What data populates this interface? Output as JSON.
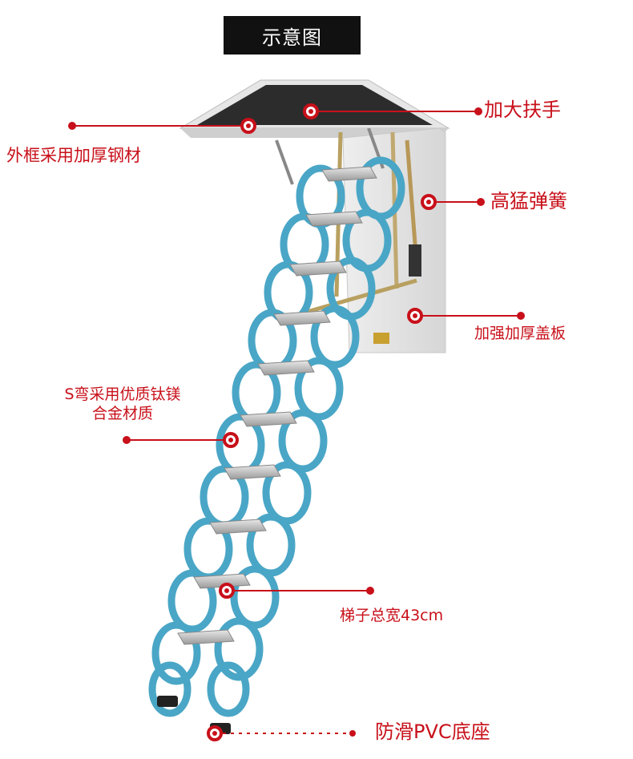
{
  "title": "示意图",
  "labels": {
    "handrail": "加大扶手",
    "frame": "外框采用加厚钢材",
    "spring": "高猛弹簧",
    "cover": "加强加厚盖板",
    "s_bend_line1": "S弯采用优质钛镁",
    "s_bend_line2": "合金材质",
    "width": "梯子总宽43cm",
    "base": "防滑PVC底座"
  },
  "colors": {
    "accent": "#c8101a",
    "ladder_blue": "#4aa6c6",
    "title_bg": "#111111"
  }
}
